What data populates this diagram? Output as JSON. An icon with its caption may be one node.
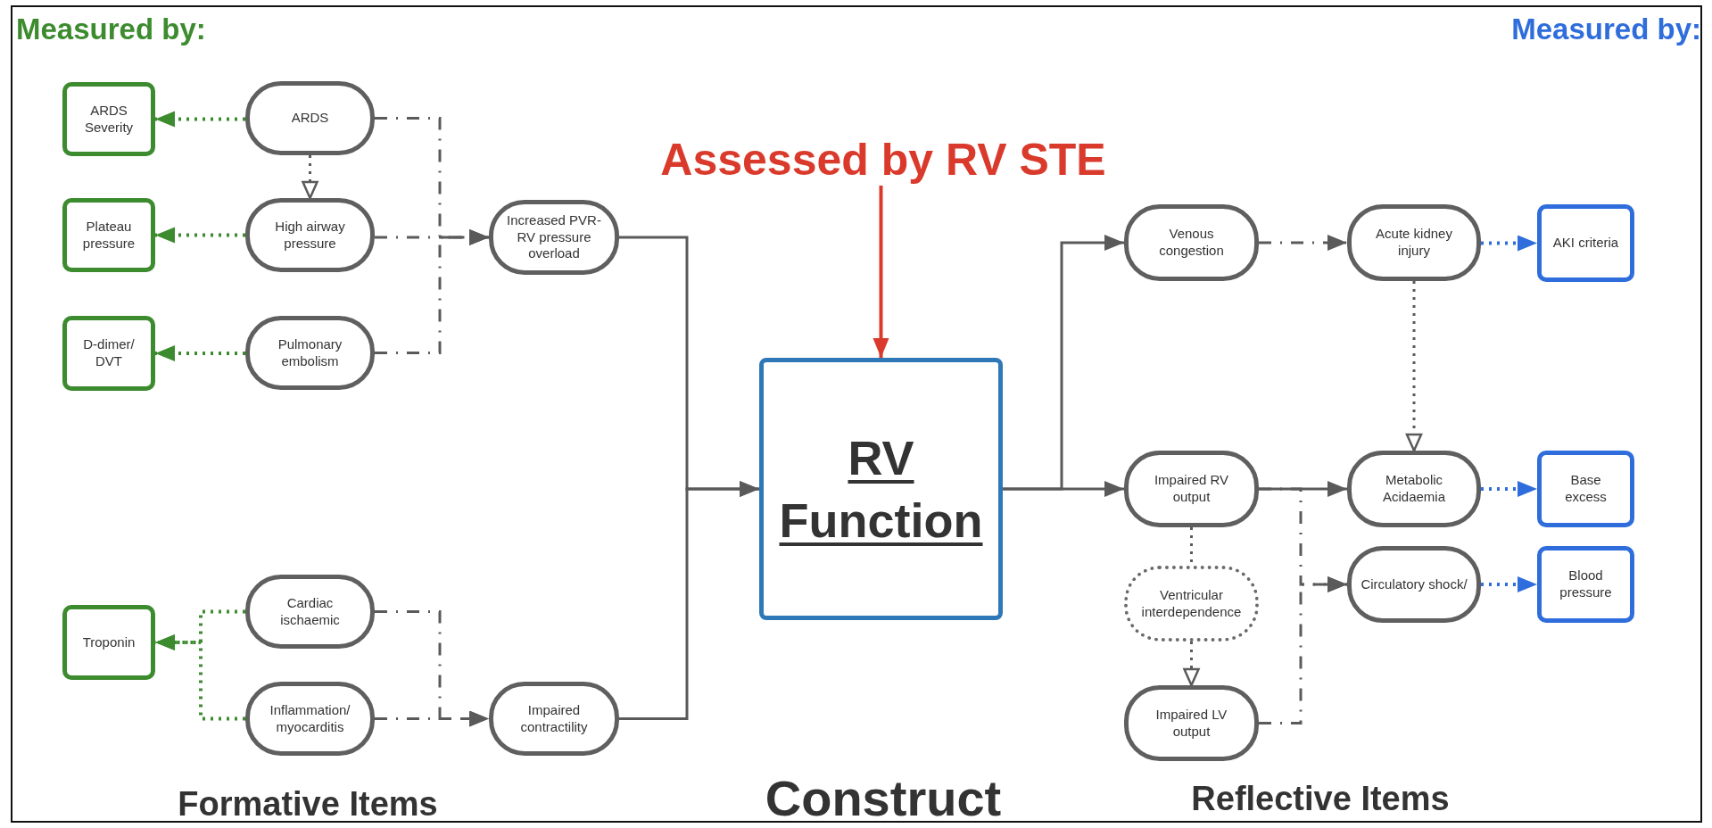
{
  "diagram": {
    "nodes": [
      {
        "text": [
          "ARDS Severity"
        ]
      },
      {
        "text": [
          "ARDS"
        ]
      },
      {
        "text": [
          "Plateau pressure"
        ]
      },
      {
        "text": [
          "High airway pressure"
        ]
      },
      {
        "text": [
          "D-dimer/ DVT"
        ]
      },
      {
        "text": [
          "Pulmonary embolism"
        ]
      },
      {
        "text": [
          "Increased PVR- RV pressure overload"
        ]
      },
      {
        "text": [
          "Troponin"
        ]
      },
      {
        "text": [
          "Cardiac ischaemic"
        ]
      },
      {
        "text": [
          "Inflammation/ myocarditis"
        ]
      },
      {
        "text": [
          "Impaired contractility"
        ]
      },
      {
        "text": [
          "Assessed by RV STE"
        ]
      },
      {
        "text": [
          "RV Function"
        ]
      },
      {
        "text": [
          "Venous congestion"
        ]
      },
      {
        "text": [
          "Acute kidney injury"
        ]
      },
      {
        "text": [
          "AKI criteria"
        ]
      },
      {
        "text": [
          "Impaired RV output"
        ]
      },
      {
        "text": [
          "Metabolic Acidaemia"
        ]
      },
      {
        "text": [
          "Base excess"
        ]
      },
      {
        "text": [
          "Ventricular interdependence"
        ]
      },
      {
        "text": [
          "Circulatory shock/"
        ]
      },
      {
        "text": [
          "Blood pressure"
        ]
      },
      {
        "text": [
          "Impaired LV output"
        ]
      }
    ],
    "edges": [
      {
        "from": 1,
        "to": 0,
        "arrow": "to",
        "style": "dashed",
        "color": "#3d8b2f"
      },
      {
        "from": 3,
        "to": 2,
        "arrow": "to",
        "style": "dashed",
        "color": "#3d8b2f"
      },
      {
        "from": 5,
        "to": 4,
        "arrow": "to",
        "style": "dashed",
        "color": "#3d8b2f"
      },
      {
        "from": 8,
        "to": 7,
        "arrow": "to",
        "style": "dashed",
        "color": "#3d8b2f"
      },
      {
        "from": 9,
        "to": 7,
        "arrow": "to",
        "style": "dashed",
        "color": "#3d8b2f"
      },
      {
        "from": 1,
        "to": 3,
        "arrow": "to",
        "style": "dashed"
      },
      {
        "from": 1,
        "to": 6,
        "arrow": "to",
        "style": "dashed"
      },
      {
        "from": 3,
        "to": 6,
        "arrow": "to",
        "style": "dashed"
      },
      {
        "from": 5,
        "to": 6,
        "arrow": "to",
        "style": "dashed"
      },
      {
        "from": 8,
        "to": 10,
        "arrow": "to",
        "style": "dashed"
      },
      {
        "from": 9,
        "to": 10,
        "arrow": "to",
        "style": "dashed"
      },
      {
        "from": 6,
        "to": 12,
        "arrow": "to"
      },
      {
        "from": 10,
        "to": 12,
        "arrow": "to"
      },
      {
        "from": 11,
        "to": 12,
        "arrow": "to",
        "color": "#d93a2b"
      },
      {
        "from": 12,
        "to": 13,
        "arrow": "to"
      },
      {
        "from": 12,
        "to": 16,
        "arrow": "to"
      },
      {
        "from": 13,
        "to": 14,
        "arrow": "to",
        "style": "dashed"
      },
      {
        "from": 14,
        "to": 15,
        "arrow": "to",
        "style": "dashed",
        "color": "#2e6ddb"
      },
      {
        "from": 14,
        "to": 17,
        "arrow": "to",
        "style": "dashed"
      },
      {
        "from": 16,
        "to": 17,
        "arrow": "to"
      },
      {
        "from": 16,
        "to": 19,
        "arrow": "none",
        "style": "dashed"
      },
      {
        "from": 19,
        "to": 22,
        "arrow": "to",
        "style": "dashed"
      },
      {
        "from": 16,
        "to": 20,
        "arrow": "to",
        "style": "dashed"
      },
      {
        "from": 22,
        "to": 20,
        "arrow": "to",
        "style": "dashed"
      },
      {
        "from": 17,
        "to": 18,
        "arrow": "to",
        "style": "dashed",
        "color": "#2e6ddb"
      },
      {
        "from": 20,
        "to": 21,
        "arrow": "to",
        "style": "dashed",
        "color": "#2e6ddb"
      }
    ],
    "labels": [
      "Measured by:",
      "Measured by:",
      "Formative Items",
      "Construct",
      "Reflective Items"
    ]
  }
}
